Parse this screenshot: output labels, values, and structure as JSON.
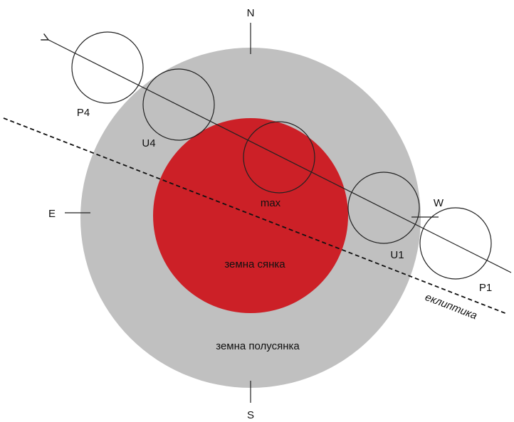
{
  "colors": {
    "penumbra": "#c0c0c0",
    "umbra": "#cc2027",
    "outline": "#222222",
    "background": "#ffffff"
  },
  "directions": {
    "north": "N",
    "south": "S",
    "east": "E",
    "west": "W"
  },
  "contacts": {
    "p1": "P1",
    "u1": "U1",
    "max": "max",
    "u4": "U4",
    "p4": "P4"
  },
  "regions": {
    "umbra": "земна сянка",
    "penumbra": "земна полусянка"
  },
  "ecliptic": "еклиптика"
}
